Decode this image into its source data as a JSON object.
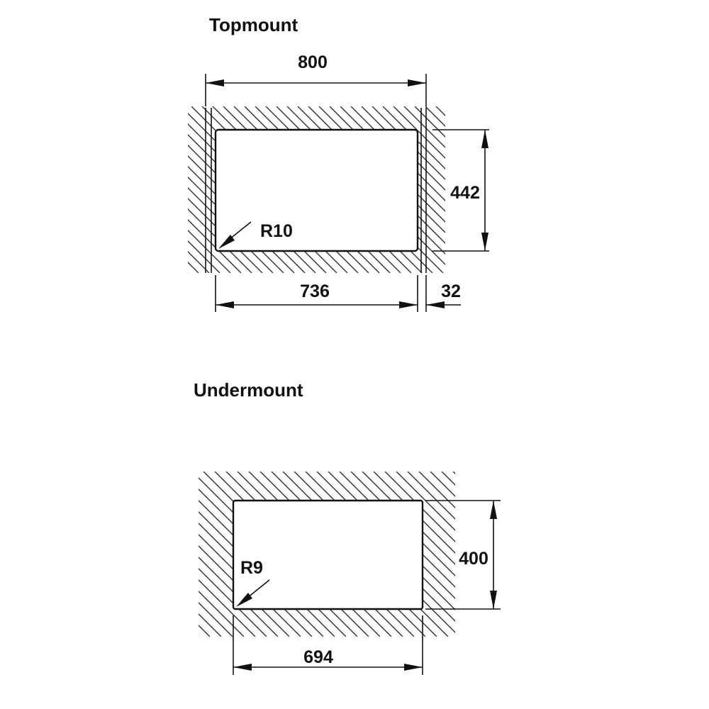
{
  "topmount": {
    "title": "Topmount",
    "dim_width_outer": "800",
    "dim_height": "442",
    "dim_width_inner": "736",
    "dim_offset": "32",
    "radius": "R10"
  },
  "undermount": {
    "title": "Undermount",
    "dim_height": "400",
    "dim_width": "694",
    "radius": "R9"
  },
  "colors": {
    "ink": "#111111",
    "background": "#ffffff"
  }
}
